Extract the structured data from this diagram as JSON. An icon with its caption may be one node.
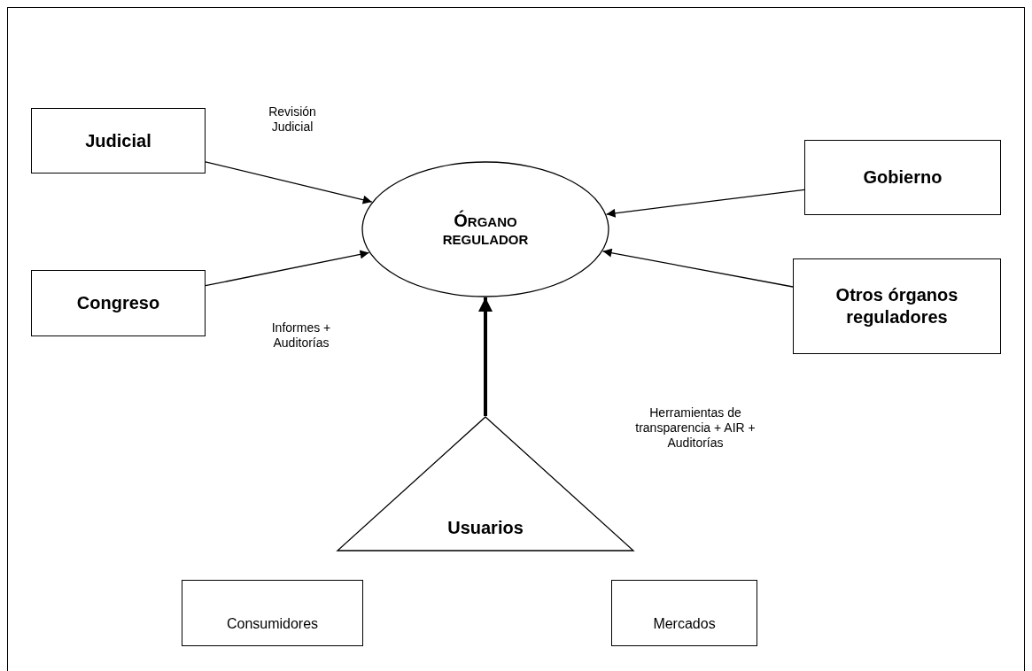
{
  "diagram": {
    "nodes": [
      {
        "text": [
          "Judicial"
        ]
      },
      {
        "text": [
          "Gobierno"
        ]
      },
      {
        "text": [
          "ÓRGANO REGULADOR"
        ]
      },
      {
        "text": [
          "Congreso"
        ]
      },
      {
        "text": [
          "Otros órganos reguladores"
        ]
      },
      {
        "text": [
          "Usuarios"
        ]
      },
      {
        "text": [
          "Consumidores"
        ]
      },
      {
        "text": [
          "Mercados"
        ]
      }
    ],
    "edges": [
      {
        "from": 0,
        "to": 2,
        "arrow": "to",
        "label": "Revisión Judicial"
      },
      {
        "from": 1,
        "to": 2,
        "arrow": "to"
      },
      {
        "from": 3,
        "to": 2,
        "arrow": "to",
        "label": "Informes + Auditorías"
      },
      {
        "from": 4,
        "to": 2,
        "arrow": "to"
      },
      {
        "from": 5,
        "to": 2,
        "arrow": "to",
        "style": "thick"
      }
    ],
    "labels": [
      "Herramientas de transparencia + AIR + Auditorías"
    ]
  }
}
